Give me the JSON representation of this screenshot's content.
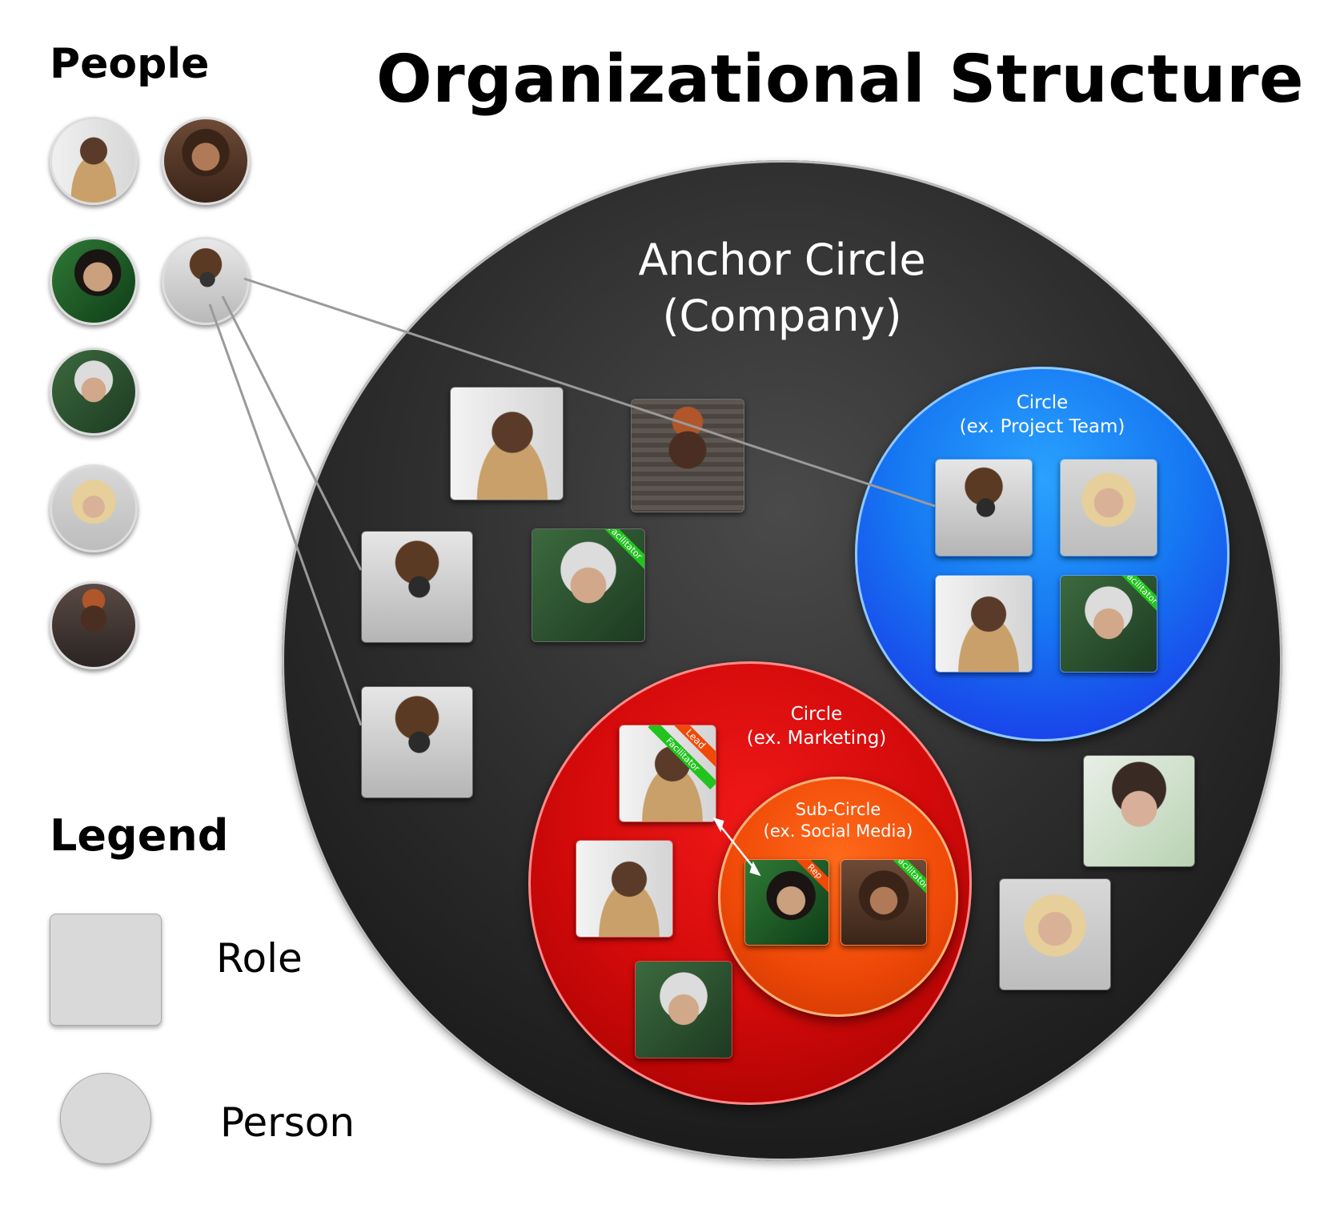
{
  "title": "Organizational Structure",
  "people_heading": "People",
  "legend": {
    "heading": "Legend",
    "role_label": "Role",
    "person_label": "Person"
  },
  "circles": {
    "anchor": {
      "line1": "Anchor Circle",
      "line2": "(Company)"
    },
    "project": {
      "line1": "Circle",
      "line2": "(ex. Project Team)"
    },
    "marketing": {
      "line1": "Circle",
      "line2": "(ex. Marketing)"
    },
    "social": {
      "line1": "Sub-Circle",
      "line2": "(ex. Social Media)"
    }
  },
  "ribbons": {
    "facilitator": "Facilitator",
    "lead": "Lead",
    "rep": "Rep"
  },
  "colors": {
    "anchor": "#2e2e2e",
    "project": "#1678f2",
    "marketing": "#d30a0a",
    "social": "#f04a08",
    "facilitator_ribbon": "#22c31e",
    "lead_ribbon": "#f04a08",
    "connector": "#9a9a9a"
  }
}
